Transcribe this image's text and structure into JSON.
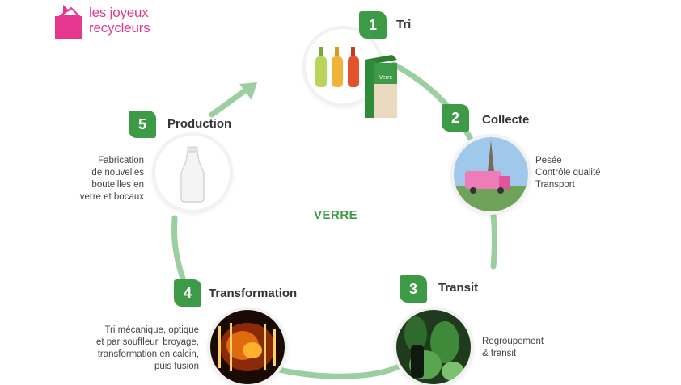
{
  "logo": {
    "line1": "les joyeux",
    "line2": "recycleurs"
  },
  "center_label": "VERRE",
  "steps": [
    {
      "number": "1",
      "title": "Tri",
      "description": []
    },
    {
      "number": "2",
      "title": "Collecte",
      "description": [
        "Pesée",
        "Contrôle qualité",
        "Transport"
      ]
    },
    {
      "number": "3",
      "title": "Transit",
      "description": [
        "Regroupement",
        "& transit"
      ]
    },
    {
      "number": "4",
      "title": "Transformation",
      "description": [
        "Tri mécanique, optique",
        "et par souffleur, broyage,",
        "transformation en calcin,",
        "puis fusion"
      ]
    },
    {
      "number": "5",
      "title": "Production",
      "description": [
        "Fabrication",
        "de nouvelles",
        "bouteilles en",
        "verre et bocaux"
      ]
    }
  ],
  "bin_label": "Verre",
  "colors": {
    "brand_pink": "#e6378e",
    "badge_green": "#3d9a47",
    "ring_green": "#9ccf9f",
    "text_dark": "#333333"
  }
}
